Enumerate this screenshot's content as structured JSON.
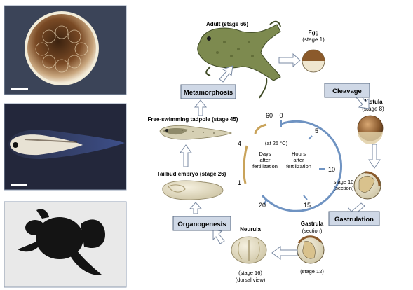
{
  "colors": {
    "box_fill": "#cfd8e6",
    "box_stroke": "#5a6a82",
    "arrow_fill": "#ffffff",
    "arrow_stroke": "#7a8aa3",
    "hours_arc": "#6f93c2",
    "days_arc": "#c9a35a",
    "photo_frame": "#8d9bb0"
  },
  "icons": {
    "photo_egg": "frog-egg-cleavage-photo",
    "photo_tadpole": "tadpole-photo",
    "photo_frog": "adult-frog-photo"
  },
  "stages": {
    "adult": "Adult (stage 66)",
    "egg_title": "Egg",
    "egg_sub": "(stage 1)",
    "blastula_title": "Blastula",
    "blastula_sub": "(stage 8)",
    "stage10_line1": "stage 10",
    "stage10_line2": "(section)",
    "gastrula_title": "Gastrula",
    "gastrula_sub": "(section)",
    "gastrula_stage": "(stage 12)",
    "neurula_title": "Neurula",
    "neurula_sub1": "(stage 16)",
    "neurula_sub2": "(dorsal view)",
    "tailbud": "Tailbud embryo (stage 26)",
    "tadpole": "Free-swimming tadpole (stage 45)"
  },
  "processes": {
    "metamorphosis": "Metamorphosis",
    "cleavage": "Cleavage",
    "gastrulation": "Gastrulation",
    "organogenesis": "Organogenesis"
  },
  "clock": {
    "temp": "(at 25 °C)",
    "hours_label": [
      "Hours",
      "after",
      "fertilization"
    ],
    "days_label": [
      "Days",
      "after",
      "fertilization"
    ],
    "hour_ticks": [
      "0",
      "5",
      "10",
      "15",
      "20"
    ],
    "top_left": "60",
    "day_ticks": [
      "4",
      "1"
    ]
  }
}
